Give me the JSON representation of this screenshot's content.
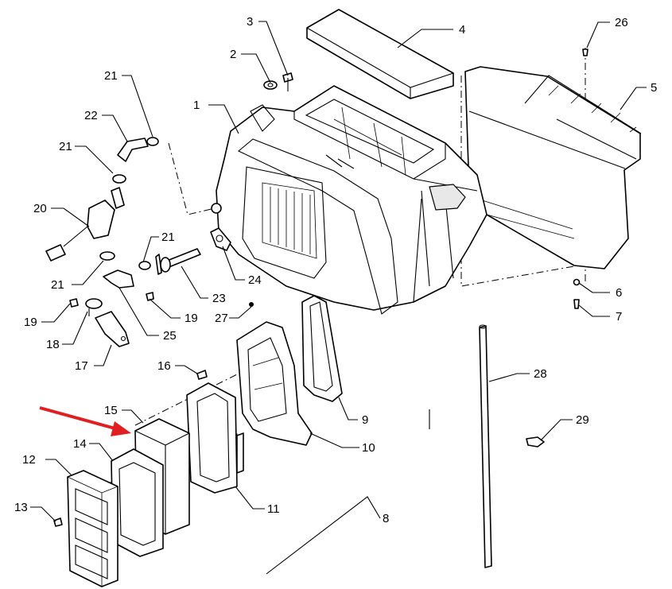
{
  "callouts": [
    {
      "id": "c1",
      "text": "1"
    },
    {
      "id": "c2",
      "text": "2"
    },
    {
      "id": "c3",
      "text": "3"
    },
    {
      "id": "c4",
      "text": "4"
    },
    {
      "id": "c5",
      "text": "5"
    },
    {
      "id": "c6",
      "text": "6"
    },
    {
      "id": "c7",
      "text": "7"
    },
    {
      "id": "c8",
      "text": "8"
    },
    {
      "id": "c9",
      "text": "9"
    },
    {
      "id": "c10",
      "text": "10"
    },
    {
      "id": "c11",
      "text": "11"
    },
    {
      "id": "c12",
      "text": "12"
    },
    {
      "id": "c13",
      "text": "13"
    },
    {
      "id": "c14",
      "text": "14"
    },
    {
      "id": "c15",
      "text": "15"
    },
    {
      "id": "c16",
      "text": "16"
    },
    {
      "id": "c17",
      "text": "17"
    },
    {
      "id": "c18",
      "text": "18"
    },
    {
      "id": "c19a",
      "text": "19"
    },
    {
      "id": "c19b",
      "text": "19"
    },
    {
      "id": "c20",
      "text": "20"
    },
    {
      "id": "c21a",
      "text": "21"
    },
    {
      "id": "c21b",
      "text": "21"
    },
    {
      "id": "c21c",
      "text": "21"
    },
    {
      "id": "c21d",
      "text": "21"
    },
    {
      "id": "c22",
      "text": "22"
    },
    {
      "id": "c23",
      "text": "23"
    },
    {
      "id": "c24",
      "text": "24"
    },
    {
      "id": "c25",
      "text": "25"
    },
    {
      "id": "c26",
      "text": "26"
    },
    {
      "id": "c27",
      "text": "27"
    },
    {
      "id": "c28",
      "text": "28"
    },
    {
      "id": "c29",
      "text": "29"
    }
  ],
  "highlight": {
    "color": "#e02020",
    "target": "15"
  }
}
